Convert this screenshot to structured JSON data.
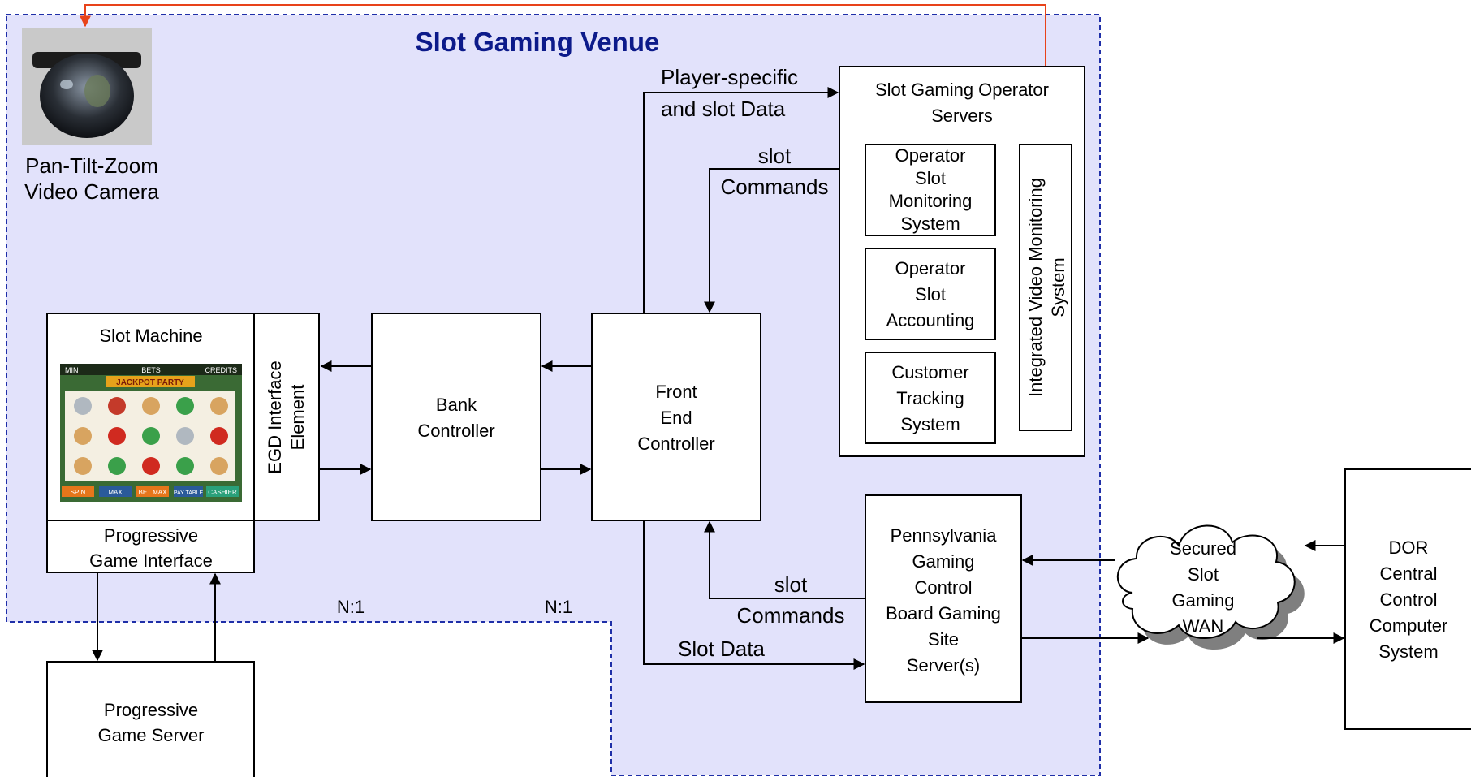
{
  "venue": {
    "title": "Slot Gaming Venue",
    "color": "#e2e2fb",
    "border": "#1f2fa8"
  },
  "camera": {
    "line1": "Pan-Tilt-Zoom",
    "line2": "Video Camera"
  },
  "slot_machine": {
    "title": "Slot Machine",
    "screen": {
      "top_left": "MIN",
      "top_mid": "BETS",
      "top_right": "CREDITS",
      "banner": "JACKPOT PARTY",
      "btn_spin": "SPIN",
      "btn_max": "MAX",
      "btn_bet": "BET MAX",
      "btn_pay": "PAY TABLE",
      "btn_cash": "CASHIER"
    },
    "egd_line1": "EGD Interface",
    "egd_line2": "Element",
    "pgi_line1": "Progressive",
    "pgi_line2": "Game Interface"
  },
  "progressive_server": {
    "line1": "Progressive",
    "line2": "Game Server"
  },
  "bank_controller": {
    "line1": "Bank",
    "line2": "Controller"
  },
  "front_end": {
    "line1": "Front",
    "line2": "End",
    "line3": "Controller"
  },
  "operator_servers": {
    "title_line1": "Slot Gaming Operator",
    "title_line2": "Servers",
    "monitoring": {
      "line1": "Operator",
      "line2": "Slot",
      "line3": "Monitoring",
      "line4": "System"
    },
    "accounting": {
      "line1": "Operator",
      "line2": "Slot",
      "line3": "Accounting"
    },
    "tracking": {
      "line1": "Customer",
      "line2": "Tracking",
      "line3": "System"
    },
    "video": {
      "line1": "Integrated Video Monitoring",
      "line2": "System"
    }
  },
  "pgcb": {
    "line1": "Pennsylvania",
    "line2": "Gaming",
    "line3": "Control",
    "line4": "Board Gaming",
    "line5": "Site",
    "line6": "Server(s)"
  },
  "wan": {
    "line1": "Secured",
    "line2": "Slot",
    "line3": "Gaming",
    "line4": "WAN"
  },
  "dor": {
    "line1": "DOR",
    "line2": "Central",
    "line3": "Control",
    "line4": "Computer",
    "line5": "System"
  },
  "labels": {
    "player_line1": "Player-specific",
    "player_line2": "and slot Data",
    "cmd_top_line1": "slot",
    "cmd_top_line2": "Commands",
    "cmd_bot_line1": "slot",
    "cmd_bot_line2": "Commands",
    "slot_data": "Slot Data",
    "ratio_1": "N:1",
    "ratio_2": "N:1"
  }
}
